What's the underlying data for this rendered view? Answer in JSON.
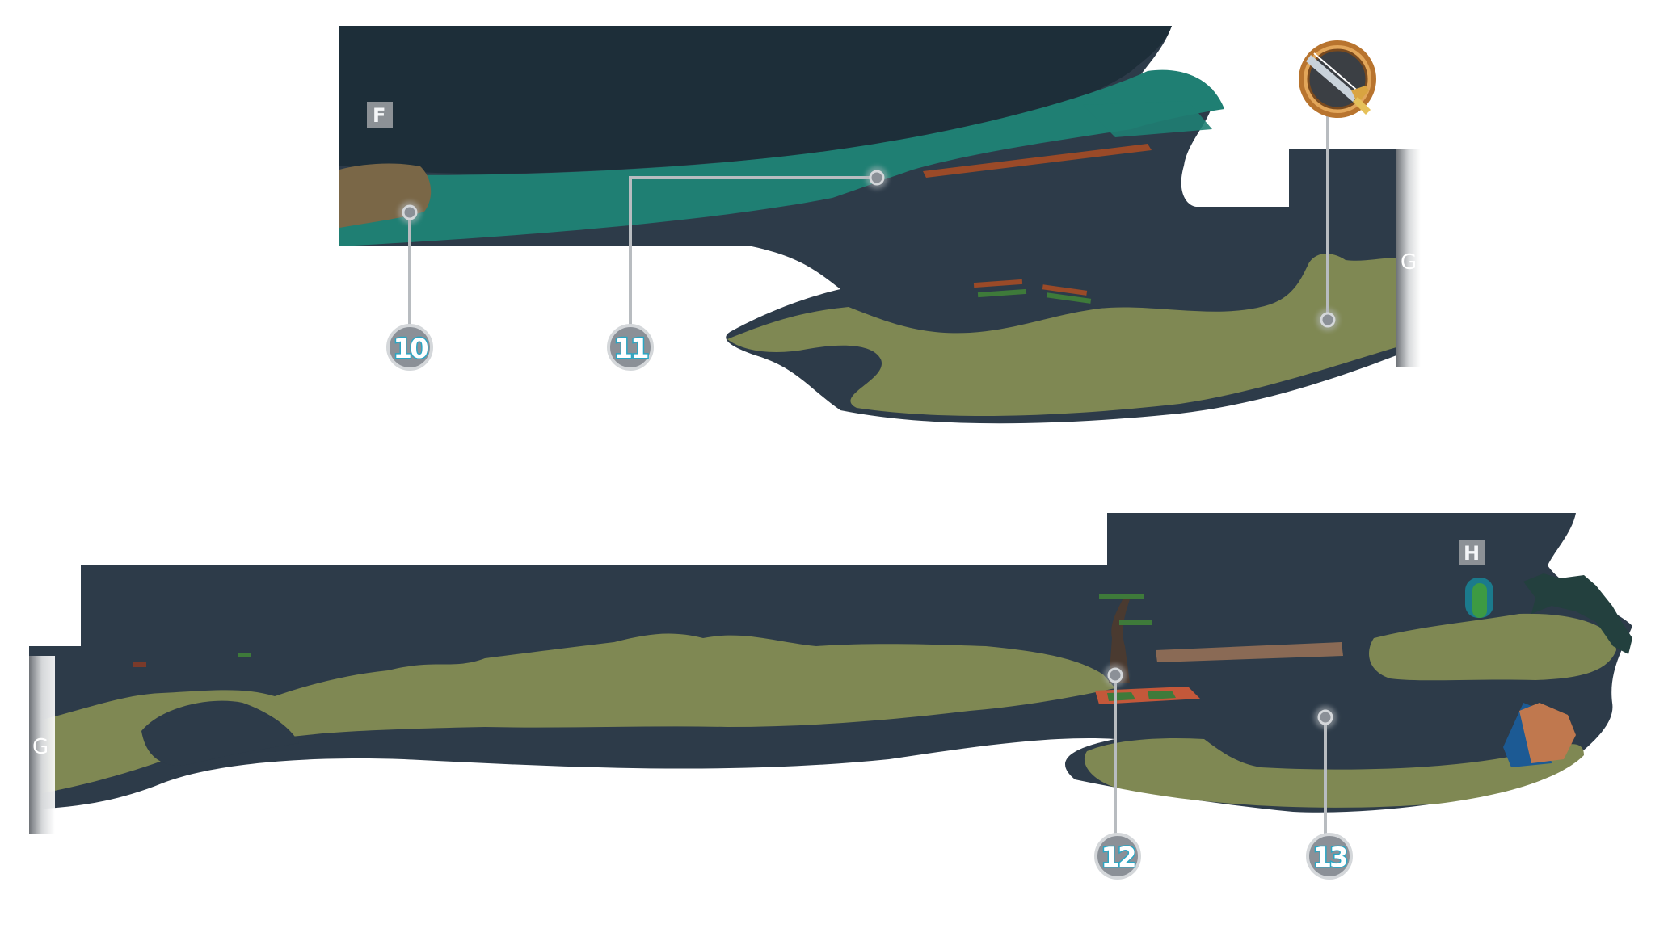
{
  "map": {
    "upper_section": {
      "area_label": "F",
      "exit_label": "G",
      "callouts": [
        "10",
        "11"
      ],
      "boss_icon": "sword-emblem-icon"
    },
    "lower_section": {
      "entry_label": "G",
      "area_label": "H",
      "callouts": [
        "12",
        "13"
      ]
    }
  },
  "colors": {
    "cave_dark": "#2d3b49",
    "cave_darker": "#1d2e39",
    "water": "#1f7f73",
    "ground": "#7f8853",
    "dirt": "#7a6747",
    "bridge": "#9a4a28",
    "marker_ring": "#b5b9bd",
    "marker_fill": "#8b9097",
    "number_outline": "#2aa6c4"
  }
}
